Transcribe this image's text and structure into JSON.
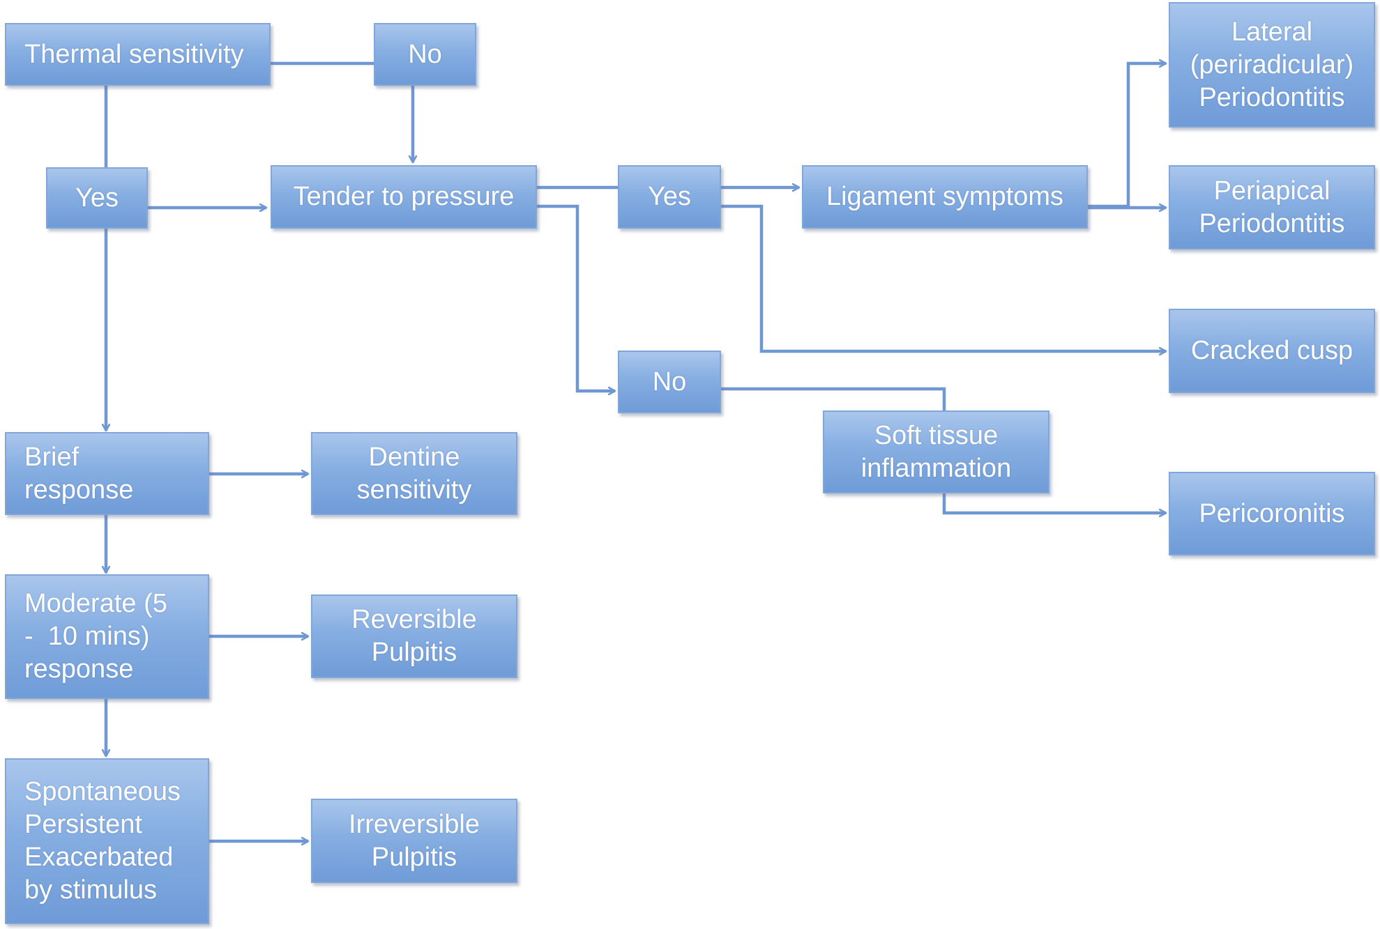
{
  "diagram": {
    "line_color": "#6f97d2",
    "node_color_top": "#a9c6ec",
    "node_color_bottom": "#6f9bd7",
    "nodes": {
      "thermal_sensitivity": "Thermal sensitivity",
      "no_top": "No",
      "yes_left": "Yes",
      "tender_to_pressure": "Tender to pressure",
      "yes_mid": "Yes",
      "ligament_symptoms": "Ligament symptoms",
      "lateral_periodontitis": "Lateral\n(periradicular)\nPeriodontitis",
      "periapical_periodontitis": "Periapical\nPeriodontitis",
      "cracked_cusp": "Cracked cusp",
      "no_mid": "No",
      "soft_tissue_inflammation": "Soft tissue\ninflammation",
      "pericoronitis": "Pericoronitis",
      "brief_response": "Brief\nresponse",
      "dentine_sensitivity": "Dentine\nsensitivity",
      "moderate_response": "Moderate (5\n-  10 mins)\nresponse",
      "reversible_pulpitis": "Reversible\nPulpitis",
      "spontaneous_persistent": "Spontaneous\nPersistent\nExacerbated\nby stimulus",
      "irreversible_pulpitis": "Irreversible\nPulpitis"
    }
  }
}
